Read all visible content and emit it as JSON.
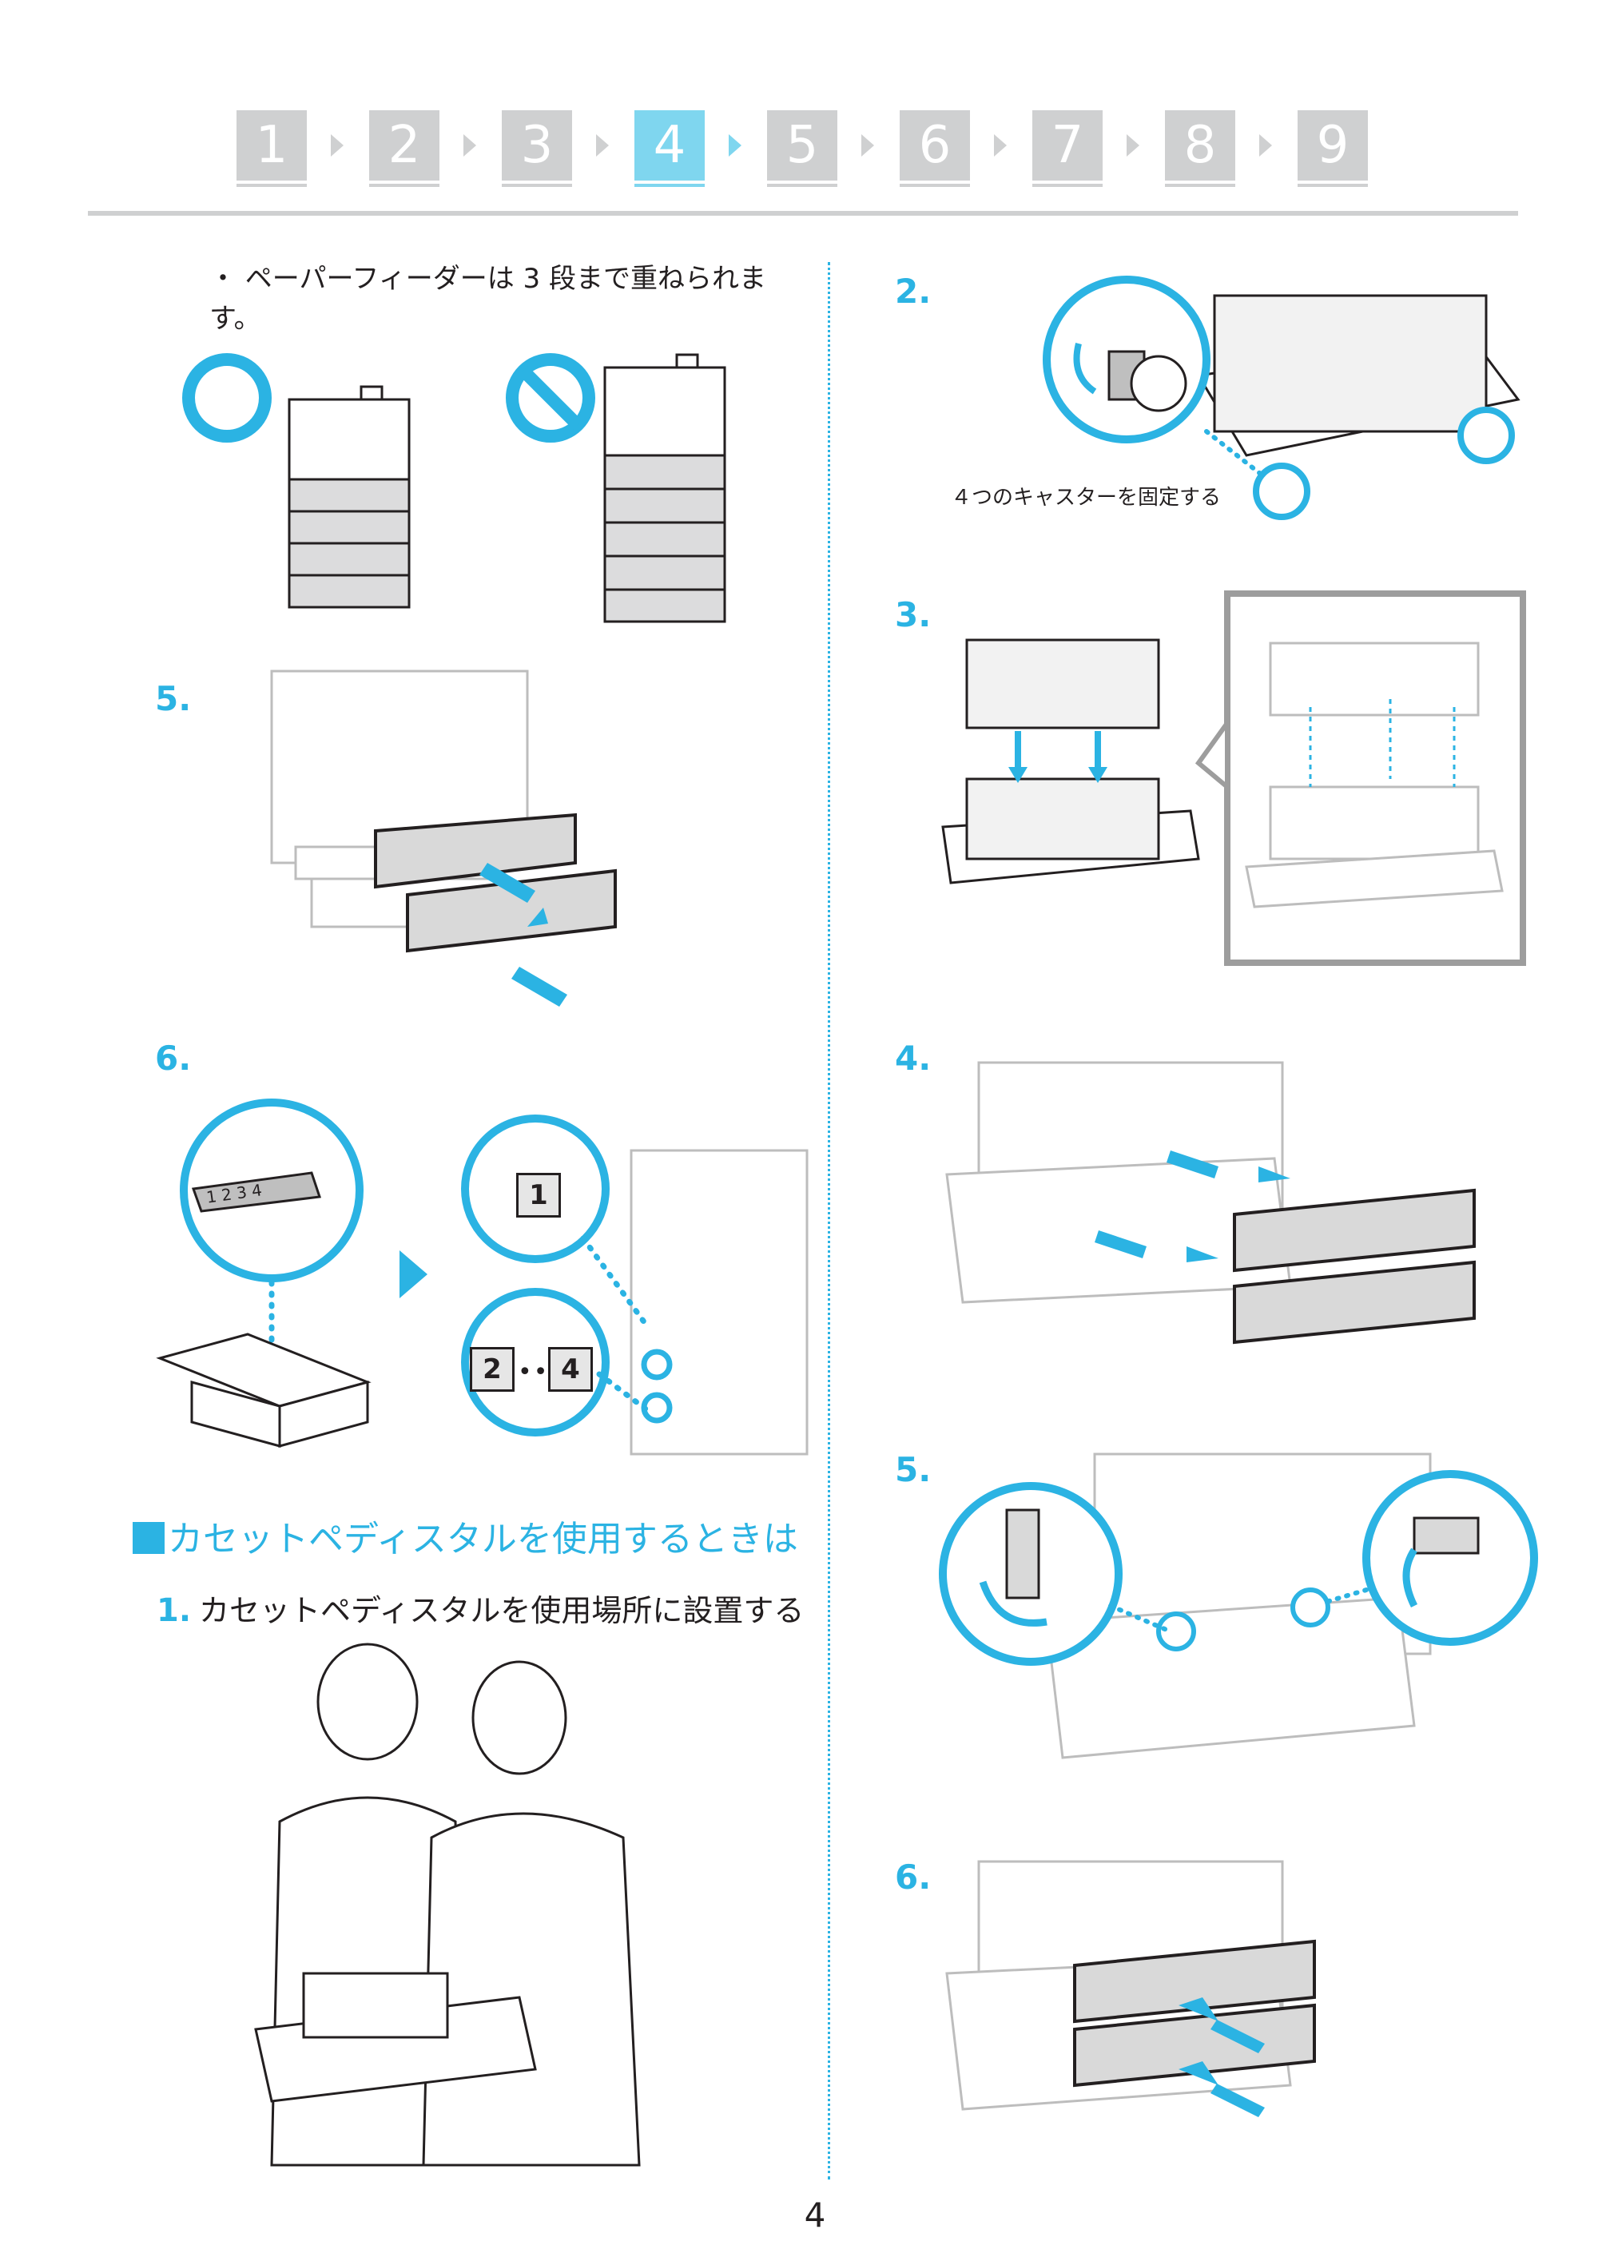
{
  "nav": {
    "steps": [
      "1",
      "2",
      "3",
      "4",
      "5",
      "6",
      "7",
      "8",
      "9"
    ],
    "current_index": 3,
    "colors": {
      "inactive": "#cfd0d1",
      "current": "#7fd6ef"
    }
  },
  "left": {
    "bullet": "・ ペーパーフィーダーは 3 段まで重ねられま す。",
    "step5": "5.",
    "step6": "6.",
    "label_1": "1",
    "label_2": "2",
    "label_4": "4",
    "label_small": "1 2 3 4",
    "heading": "カセットペディスタルを使用するときは",
    "substep_num": "1.",
    "substep_text": "カセットペディスタルを使用場所に設置する"
  },
  "right": {
    "step2": "2.",
    "caption_casters": "４つのキャスターを固定する",
    "step3": "3.",
    "step4": "4.",
    "step5": "5.",
    "step6": "6."
  },
  "page_number": "4",
  "accent_color": "#2bb3e3"
}
